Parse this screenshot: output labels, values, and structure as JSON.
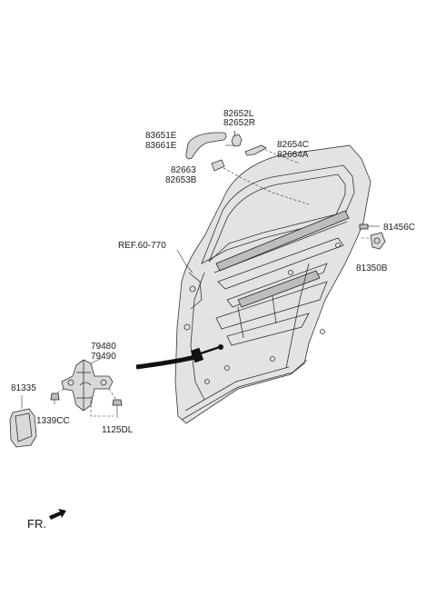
{
  "labels": {
    "p82652L": "82652L",
    "p82652R": "82652R",
    "p83651E": "83651E",
    "p83661E": "83661E",
    "p82654C": "82654C",
    "p82664A": "82664A",
    "p82663": "82663",
    "p82653B": "82653B",
    "p81456C": "81456C",
    "p81350B": "81350B",
    "ref": "REF.60-770",
    "p79480": "79480",
    "p79490": "79490",
    "p81335": "81335",
    "p1339CC": "1339CC",
    "p1125DL": "1125DL",
    "fr": "FR."
  }
}
